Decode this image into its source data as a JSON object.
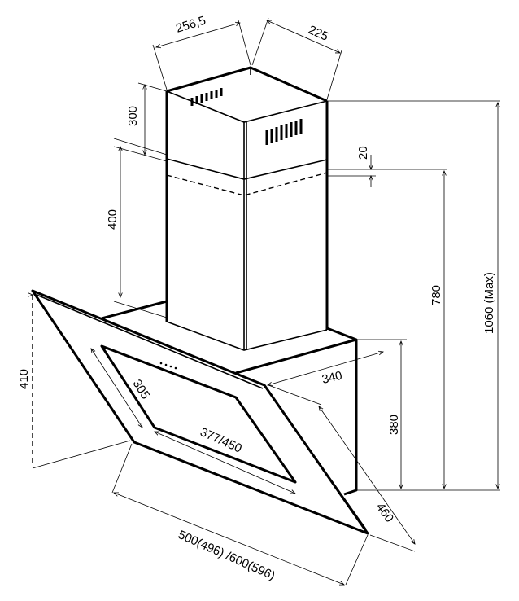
{
  "title": "Range hood dimension drawing",
  "dimensions": {
    "chimney_width": "256,5",
    "chimney_depth": "225",
    "upper_chimney_overlap": "300",
    "lower_chimney_height": "400",
    "gap": "20",
    "min_height": "780",
    "max_height": "1060 (Max)",
    "glass_height": "410",
    "filter_depth": "305",
    "filter_width": "377/450",
    "base_depth": "340",
    "base_height": "380",
    "glass_depth": "460",
    "width": "500(496) /600(596)"
  },
  "colors": {
    "line": "#000000",
    "background": "#ffffff"
  }
}
